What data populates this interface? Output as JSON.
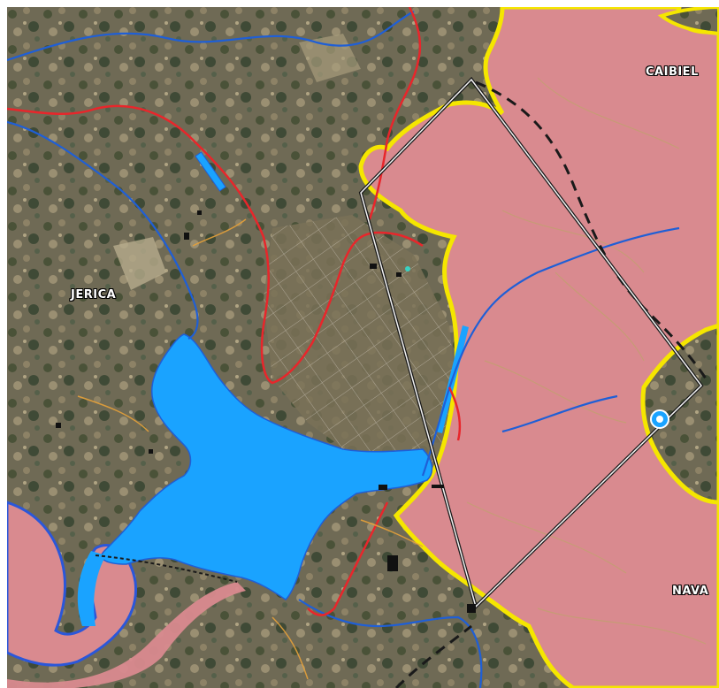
{
  "map": {
    "labels": {
      "jerica": "JERICA",
      "caibiel": "CAIBIEL",
      "nava": "NAVA"
    },
    "colors": {
      "terrain_base": "#6f6a55",
      "terrain_light": "#9a8f72",
      "terrain_dark": "#3f4a36",
      "protected_zone_fill": "#d98a8f",
      "protected_zone_border": "#f5e600",
      "reservoir": "#1aa3ff",
      "road": "#e8262b",
      "river": "#1f5fd6",
      "track_dashed": "#1a1a1a",
      "survey_line": "#f2f2f2",
      "contour": "#c2a070"
    },
    "icons": [
      "marker-icon"
    ]
  }
}
